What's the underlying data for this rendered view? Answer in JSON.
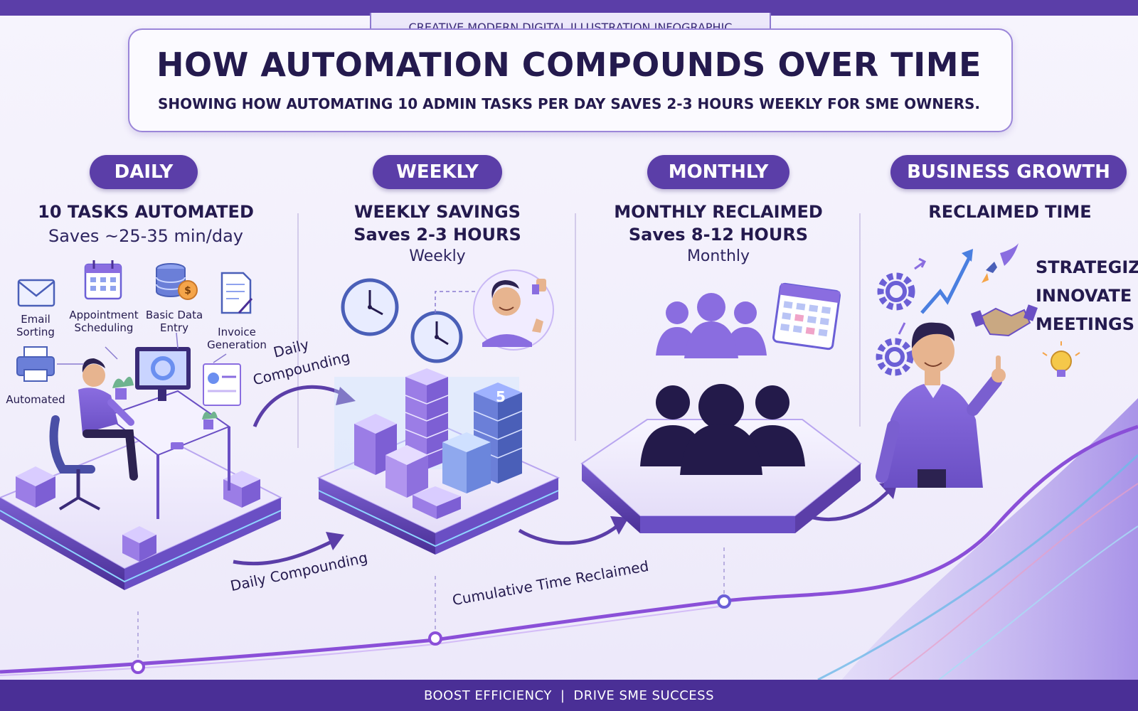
{
  "header": {
    "tag": "CREATIVE MODERN DIGITAL ILLUSTRATION INFOGRAPHIC",
    "title": "HOW AUTOMATION COMPOUNDS OVER TIME",
    "subtitle": "SHOWING HOW AUTOMATING 10 ADMIN TASKS PER DAY SAVES 2-3 HOURS WEEKLY FOR SME OWNERS."
  },
  "stages": [
    {
      "pill": "DAILY",
      "heading": "10 TASKS AUTOMATED",
      "line1": "Saves ~25-35 min/day",
      "line2": ""
    },
    {
      "pill": "WEEKLY",
      "heading": "WEEKLY SAVINGS",
      "line1": "Saves 2-3 HOURS",
      "line2": "Weekly"
    },
    {
      "pill": "MONTHLY",
      "heading": "MONTHLY RECLAIMED",
      "line1": "Saves 8-12 HOURS",
      "line2": "Monthly"
    },
    {
      "pill": "BUSINESS GROWTH",
      "heading": "RECLAIMED TIME",
      "line1": "",
      "line2": ""
    }
  ],
  "tasks": [
    {
      "label": "Email Sorting",
      "icon": "envelope-icon"
    },
    {
      "label": "Appointment Scheduling",
      "icon": "calendar-icon"
    },
    {
      "label": "Basic Data Entry",
      "icon": "database-icon"
    },
    {
      "label": "Invoice Generation",
      "icon": "invoice-icon"
    },
    {
      "label": "Automated",
      "icon": "printer-icon"
    }
  ],
  "growth_words": [
    "STRATEGIZE",
    "INNOVATE",
    "MEETINGS"
  ],
  "annotations": {
    "daily_compounding_top_1": "Daily",
    "daily_compounding_top_2": "Compounding",
    "daily_compounding_bottom": "Daily Compounding",
    "cumulative": "Cumulative Time Reclaimed",
    "stack_number": "5"
  },
  "footer": {
    "left": "BOOST EFFICIENCY",
    "separator": "|",
    "right": "DRIVE SME SUCCESS"
  },
  "colors": {
    "primary": "#5b3ea8",
    "accent": "#8a6de0",
    "light": "#b9a6f0",
    "wave_blue": "#6fb9e8"
  }
}
